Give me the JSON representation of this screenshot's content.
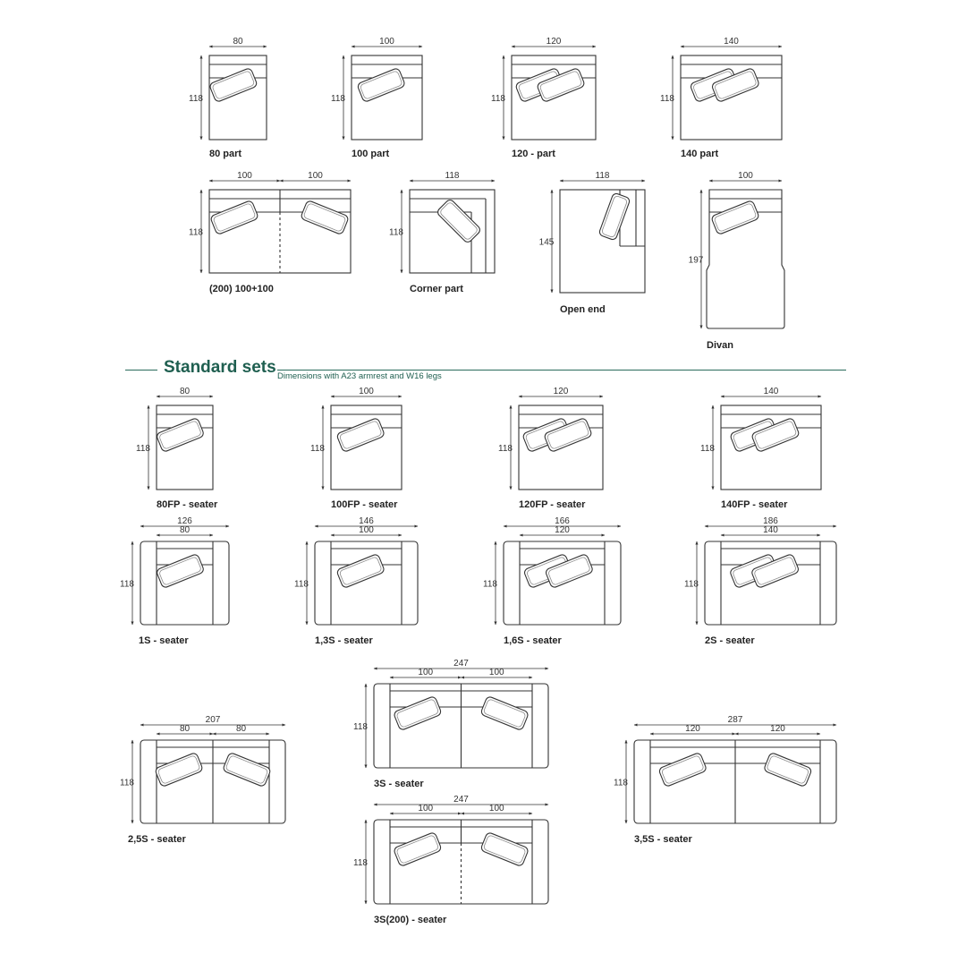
{
  "colors": {
    "accent": "#1f5f50",
    "line": "#333333"
  },
  "parts": [
    {
      "label": "80 part",
      "width_dims": [
        "80"
      ],
      "height_dim": "118"
    },
    {
      "label": "100 part",
      "width_dims": [
        "100"
      ],
      "height_dim": "118"
    },
    {
      "label": "120 - part",
      "width_dims": [
        "120"
      ],
      "height_dim": "118"
    },
    {
      "label": "140 part",
      "width_dims": [
        "140"
      ],
      "height_dim": "118"
    },
    {
      "label": "(200) 100+100",
      "width_dims": [
        "100",
        "100"
      ],
      "height_dim": "118"
    },
    {
      "label": "Corner part",
      "width_dims": [
        "118"
      ],
      "height_dim": "118"
    },
    {
      "label": "Open end",
      "width_dims": [
        "118"
      ],
      "height_dim": "145"
    },
    {
      "label": "Divan",
      "width_dims": [
        "100"
      ],
      "height_dim": "197"
    }
  ],
  "section": {
    "title": "Standard sets",
    "subtitle": "Dimensions with A23 armrest and W16 legs"
  },
  "sets": [
    {
      "label": "80FP - seater",
      "total_width": "",
      "width_dims": [
        "80"
      ],
      "height_dim": "118"
    },
    {
      "label": "100FP - seater",
      "total_width": "",
      "width_dims": [
        "100"
      ],
      "height_dim": "118"
    },
    {
      "label": "120FP - seater",
      "total_width": "",
      "width_dims": [
        "120"
      ],
      "height_dim": "118"
    },
    {
      "label": "140FP - seater",
      "total_width": "",
      "width_dims": [
        "140"
      ],
      "height_dim": "118"
    },
    {
      "label": "1S - seater",
      "total_width": "126",
      "width_dims": [
        "80"
      ],
      "height_dim": "118"
    },
    {
      "label": "1,3S - seater",
      "total_width": "146",
      "width_dims": [
        "100"
      ],
      "height_dim": "118"
    },
    {
      "label": "1,6S - seater",
      "total_width": "166",
      "width_dims": [
        "120"
      ],
      "height_dim": "118"
    },
    {
      "label": "2S - seater",
      "total_width": "186",
      "width_dims": [
        "140"
      ],
      "height_dim": "118"
    },
    {
      "label": "2,5S - seater",
      "total_width": "207",
      "width_dims": [
        "80",
        "80"
      ],
      "height_dim": "118"
    },
    {
      "label": "3S - seater",
      "total_width": "247",
      "width_dims": [
        "100",
        "100"
      ],
      "height_dim": "118"
    },
    {
      "label": "3S(200) - seater",
      "total_width": "247",
      "width_dims": [
        "100",
        "100"
      ],
      "height_dim": "118"
    },
    {
      "label": "3,5S - seater",
      "total_width": "287",
      "width_dims": [
        "120",
        "120"
      ],
      "height_dim": "118"
    }
  ]
}
